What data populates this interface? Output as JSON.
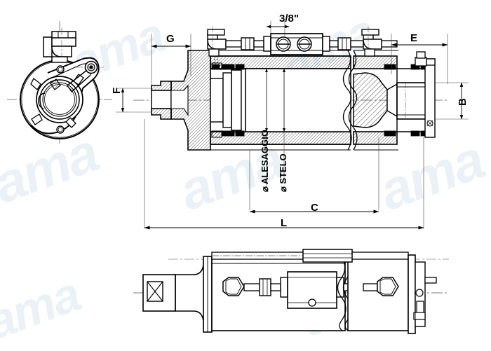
{
  "drawing": {
    "title": "Hydraulic Cylinder Technical Drawing",
    "type": "engineering-cross-section",
    "watermark_text": "ama",
    "watermark_color": "#eaf2f8",
    "line_color": "#000000",
    "background_color": "#ffffff"
  },
  "dimensions": {
    "G": "G",
    "F": "F",
    "E": "E",
    "B": "B",
    "C": "C",
    "L": "L",
    "port_thread": "3/8\""
  },
  "annotations": {
    "bore": "⌀ ALESAGGIO",
    "rod": "⌀ STELO"
  },
  "views": {
    "end_view": "end-view-circular-flange",
    "section_view": "longitudinal-section-view",
    "plan_view": "plan-view-bottom"
  }
}
